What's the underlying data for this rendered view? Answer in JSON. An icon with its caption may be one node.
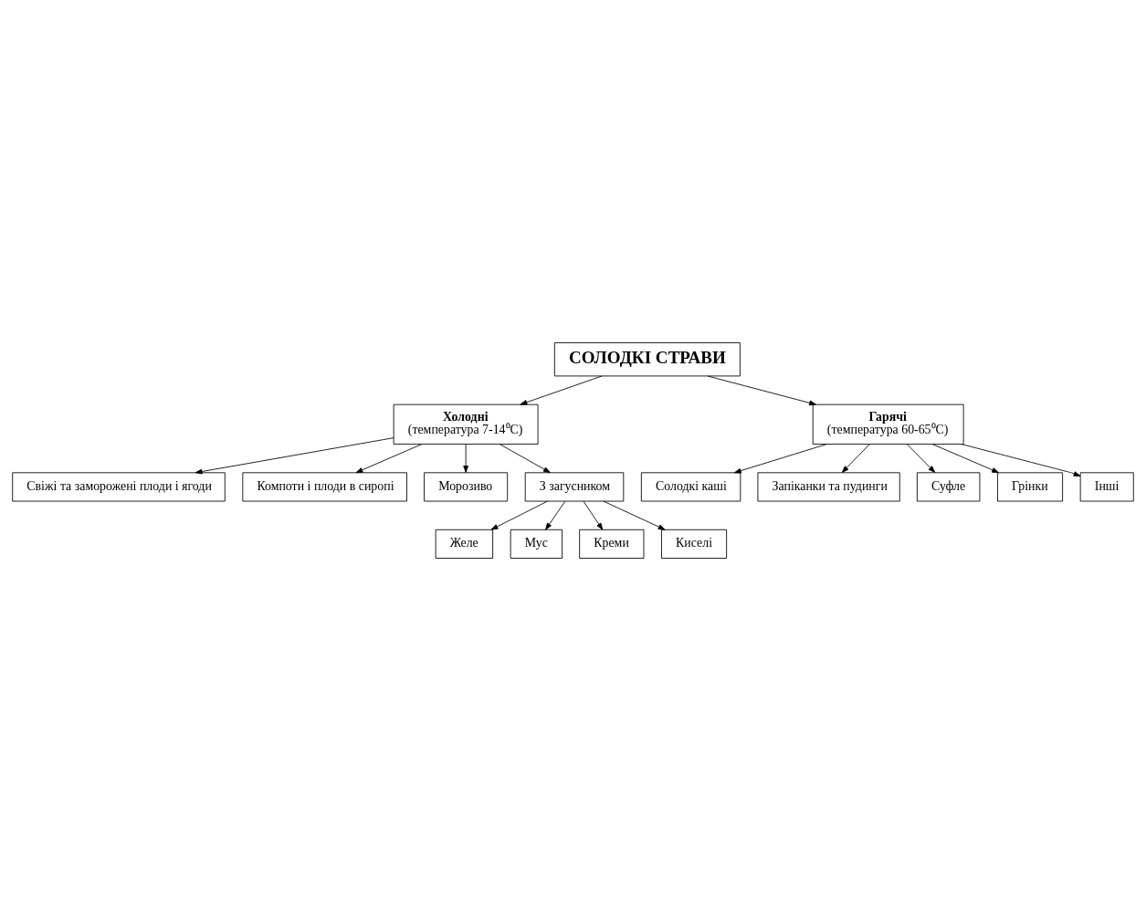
{
  "diagram": {
    "nodes": [
      {
        "text": [
          "СОЛОДКІ СТРАВИ"
        ]
      },
      {
        "text": [
          "Холодні",
          "(температура 7-14⁰C)"
        ]
      },
      {
        "text": [
          "Гарячі",
          "(температура 60-65⁰C)"
        ]
      },
      {
        "text": [
          "Свіжі та заморожені плоди і ягоди"
        ]
      },
      {
        "text": [
          "Компоти і плоди в сиропі"
        ]
      },
      {
        "text": [
          "Морозиво"
        ]
      },
      {
        "text": [
          "З загусником"
        ]
      },
      {
        "text": [
          "Желе"
        ]
      },
      {
        "text": [
          "Мус"
        ]
      },
      {
        "text": [
          "Креми"
        ]
      },
      {
        "text": [
          "Киселі"
        ]
      },
      {
        "text": [
          "Солодкі каші"
        ]
      },
      {
        "text": [
          "Запіканки та пудинги"
        ]
      },
      {
        "text": [
          "Суфле"
        ]
      },
      {
        "text": [
          "Грінки"
        ]
      },
      {
        "text": [
          "Інші"
        ]
      }
    ],
    "edges": [
      {
        "from": 0,
        "to": 1,
        "arrow": "to"
      },
      {
        "from": 0,
        "to": 2,
        "arrow": "to"
      },
      {
        "from": 1,
        "to": 3,
        "arrow": "to"
      },
      {
        "from": 1,
        "to": 4,
        "arrow": "to"
      },
      {
        "from": 1,
        "to": 5,
        "arrow": "to"
      },
      {
        "from": 1,
        "to": 6,
        "arrow": "to"
      },
      {
        "from": 6,
        "to": 7,
        "arrow": "to"
      },
      {
        "from": 6,
        "to": 9,
        "arrow": "to"
      },
      {
        "from": 6,
        "to": 10,
        "arrow": "to"
      },
      {
        "from": 6,
        "to": 8,
        "arrow": "to"
      },
      {
        "from": 2,
        "to": 11,
        "arrow": "to"
      },
      {
        "from": 2,
        "to": 12,
        "arrow": "to"
      },
      {
        "from": 2,
        "to": 13,
        "arrow": "to"
      },
      {
        "from": 2,
        "to": 14,
        "arrow": "to"
      },
      {
        "from": 2,
        "to": 15,
        "arrow": "to"
      }
    ]
  }
}
